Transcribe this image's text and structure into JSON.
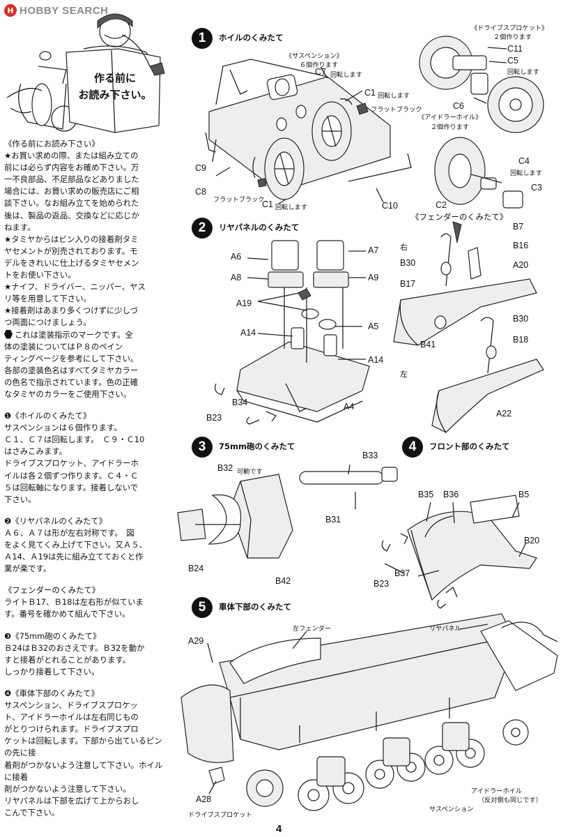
{
  "watermark": {
    "text": "HOBBY SEARCH",
    "logo_letter": "H"
  },
  "header_panel": {
    "line1": "作る前に",
    "line2": "お読み下さい。"
  },
  "left_column": {
    "intro": [
      "《作る前にお読み下さい》",
      "★お買い求めの際、または組み立ての",
      "前には必らず内容をお確め下さい。万",
      "一不良部品、不足部品などありました",
      "場合には、お買い求めの販売店にご相",
      "談下さい。なお組み立てを始められた",
      "後は、製品の返品、交換などに応じか",
      "ねます。",
      "★タミヤからはビン入りの接着剤タミ",
      "ヤセメントが別売されております。モ",
      "デルをきれいに仕上げるタミヤセメン",
      "トをお使い下さい。",
      "★ナイフ、ドライバー、ニッパー、ヤス",
      "リ等を用意して下さい。",
      "★接着剤はあまり多くつけずに少しづ",
      "つ両面につけましょう。"
    ],
    "paint_note": [
      "これは塗装指示のマークです。全",
      "体の塗装についてはＰ８のペイン",
      "ティングページを参考にして下さい。",
      "各部の塗装色名はすべてタミヤカラー",
      "の色名で指示されています。色の正確",
      "なタミヤのカラーをご使用下さい。"
    ],
    "s1": [
      "❶《ホイルのくみたて》",
      "サスペンションは６個作ります。",
      "Ｃ１、Ｃ７は回転します。　Ｃ９・Ｃ10",
      "はさみこみます。",
      "ドライブスプロケット、アイドラーホ",
      "イルは各２個ずつ作ります。Ｃ４・Ｃ",
      "５は回転軸になります。接着しないで",
      "下さい。"
    ],
    "s2": [
      "❷《リヤパネルのくみたて》",
      "Ａ６、Ａ７は形が左右対称です。　図",
      "をよく見てくみ上げて下さい。又Ａ５、",
      "Ａ14、Ａ19は先に組み立てておくと作",
      "業が楽です。"
    ],
    "fender": [
      "《フェンダーのくみたて》",
      "ライトＢ17、Ｂ18は左右形が似ていま",
      "す。番号を確かめて組んで下さい。"
    ],
    "s3": [
      "❸《75mm砲のくみたて》",
      "Ｂ24はＢ32のおさえです。Ｂ32を動か",
      "すと接着がとれることがあります。",
      "しっかり接着して下さい。"
    ],
    "s4": [
      "❹《車体下部のくみたて》",
      "サスペンション、ドライブスプロケッ",
      "ト、アイドラーホイルは左右同じもの",
      "がとりつけられます。ドライブスプロ",
      "ケットは回転します。下部から出ているピンの先に接",
      "着剤がつかないよう注意して下さい。ホイルに接着",
      "剤がつかないよう注意して下さい。",
      "リヤパネルは下部を広げて上からおし",
      "こんで下さい。"
    ]
  },
  "steps": {
    "s1": {
      "num": "1",
      "title": "ホイルのくみたて",
      "suspension_note": "《サスペンション》",
      "suspension_count": "６個作ります",
      "c7_note": "回転します",
      "c1_note": "回転します",
      "c1_note2": "回転します",
      "flat_black": "フラットブラック",
      "flat_black2": "フラットブラック",
      "sprocket_note": "《ドライブスプロケット》",
      "sprocket_count": "２個作ります",
      "idler_note": "《アイドラーホイル》",
      "idler_count": "２個作ります",
      "c5_note": "回転します",
      "c4_note": "回転します",
      "labels": {
        "c7": "C7",
        "c1a": "C1",
        "c1b": "C1",
        "c9": "C9",
        "c8": "C8",
        "c10": "C10",
        "c11": "C11",
        "c5": "C5",
        "c6": "C6",
        "c2": "C2",
        "c4": "C4",
        "c3": "C3"
      }
    },
    "s2": {
      "num": "2",
      "title": "リヤパネルのくみたて",
      "labels": {
        "a6": "A6",
        "a7": "A7",
        "a8": "A8",
        "a9": "A9",
        "a19": "A19",
        "a5": "A5",
        "a14a": "A14",
        "a14b": "A14",
        "a4": "A4",
        "b34": "B34",
        "b23": "B23"
      }
    },
    "fender": {
      "title": "《フェンダーのくみたて》",
      "right": "右",
      "left": "左",
      "labels": {
        "b7": "B7",
        "b16": "B16",
        "b30a": "B30",
        "a20": "A20",
        "b17": "B17",
        "b30b": "B30",
        "b41": "B41",
        "b18": "B18",
        "a22": "A22"
      }
    },
    "s3": {
      "num": "3",
      "title": "75mm砲のくみたて",
      "b32_note": "可動です",
      "labels": {
        "b32": "B32",
        "b33": "B33",
        "b31": "B31",
        "b24": "B24",
        "b42": "B42"
      }
    },
    "s4": {
      "num": "4",
      "title": "フロント部のくみたて",
      "labels": {
        "b35": "B35",
        "b36": "B36",
        "b5": "B5",
        "b20": "B20",
        "b37": "B37",
        "b23": "B23"
      }
    },
    "s5": {
      "num": "5",
      "title": "車体下部のくみたて",
      "left_fender": "左フェンダー",
      "rear_panel": "リヤパネル",
      "idler": "アイドラーホイル",
      "idler_note": "（反対側も同じです）",
      "sprocket": "ドライブスプロケット",
      "suspension": "サスペンション",
      "labels": {
        "a29": "A29",
        "a28": "A28"
      }
    }
  },
  "page_number": "4"
}
